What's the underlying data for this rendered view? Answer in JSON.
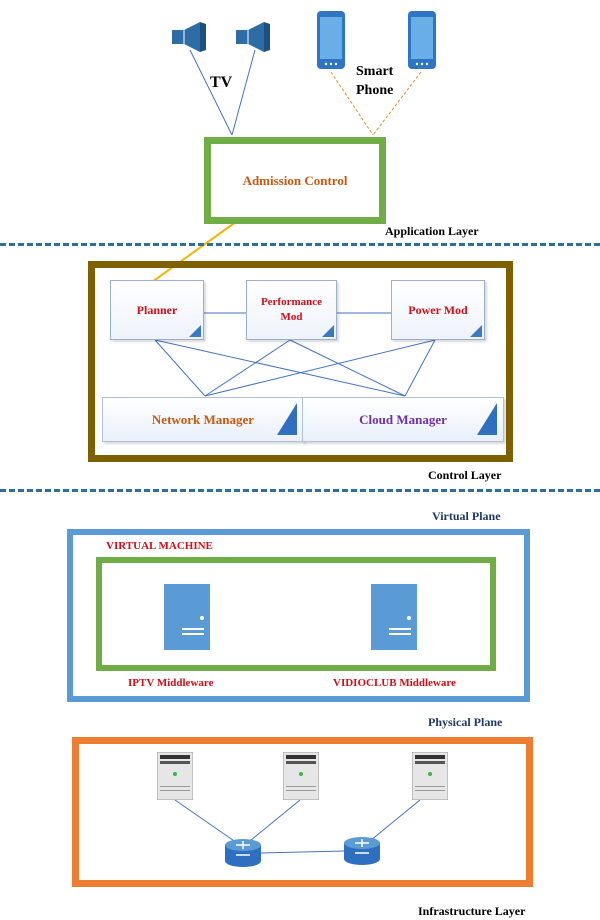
{
  "application_layer": {
    "tv_label": "TV",
    "smartphone_label": "Smart\nPhone",
    "admission_control": "Admission Control",
    "layer_label": "Application Layer"
  },
  "control_layer": {
    "planner": "Planner",
    "performance_mod": "Performance\nMod",
    "power_mod": "Power Mod",
    "network_manager": "Network Manager",
    "cloud_manager": "Cloud Manager",
    "layer_label": "Control Layer"
  },
  "infrastructure_layer": {
    "virtual_plane_label": "Virtual Plane",
    "virtual_machine_label": "VIRTUAL MACHINE",
    "iptv_middleware": "IPTV Middleware",
    "vidioclub_middleware": "VIDIOCLUB Middleware",
    "physical_plane_label": "Physical Plane",
    "layer_label": "Infrastructure  Layer"
  },
  "colors": {
    "green_frame": "#70ad47",
    "brown_frame": "#7f6000",
    "blue_frame": "#5b9bd5",
    "orange_frame": "#ed7d31",
    "dash_line": "#2e6da4",
    "admission_text": "#c55a11",
    "module_text": "#d0101a",
    "cloud_text": "#7030a0",
    "plane_text": "#1f3864"
  }
}
